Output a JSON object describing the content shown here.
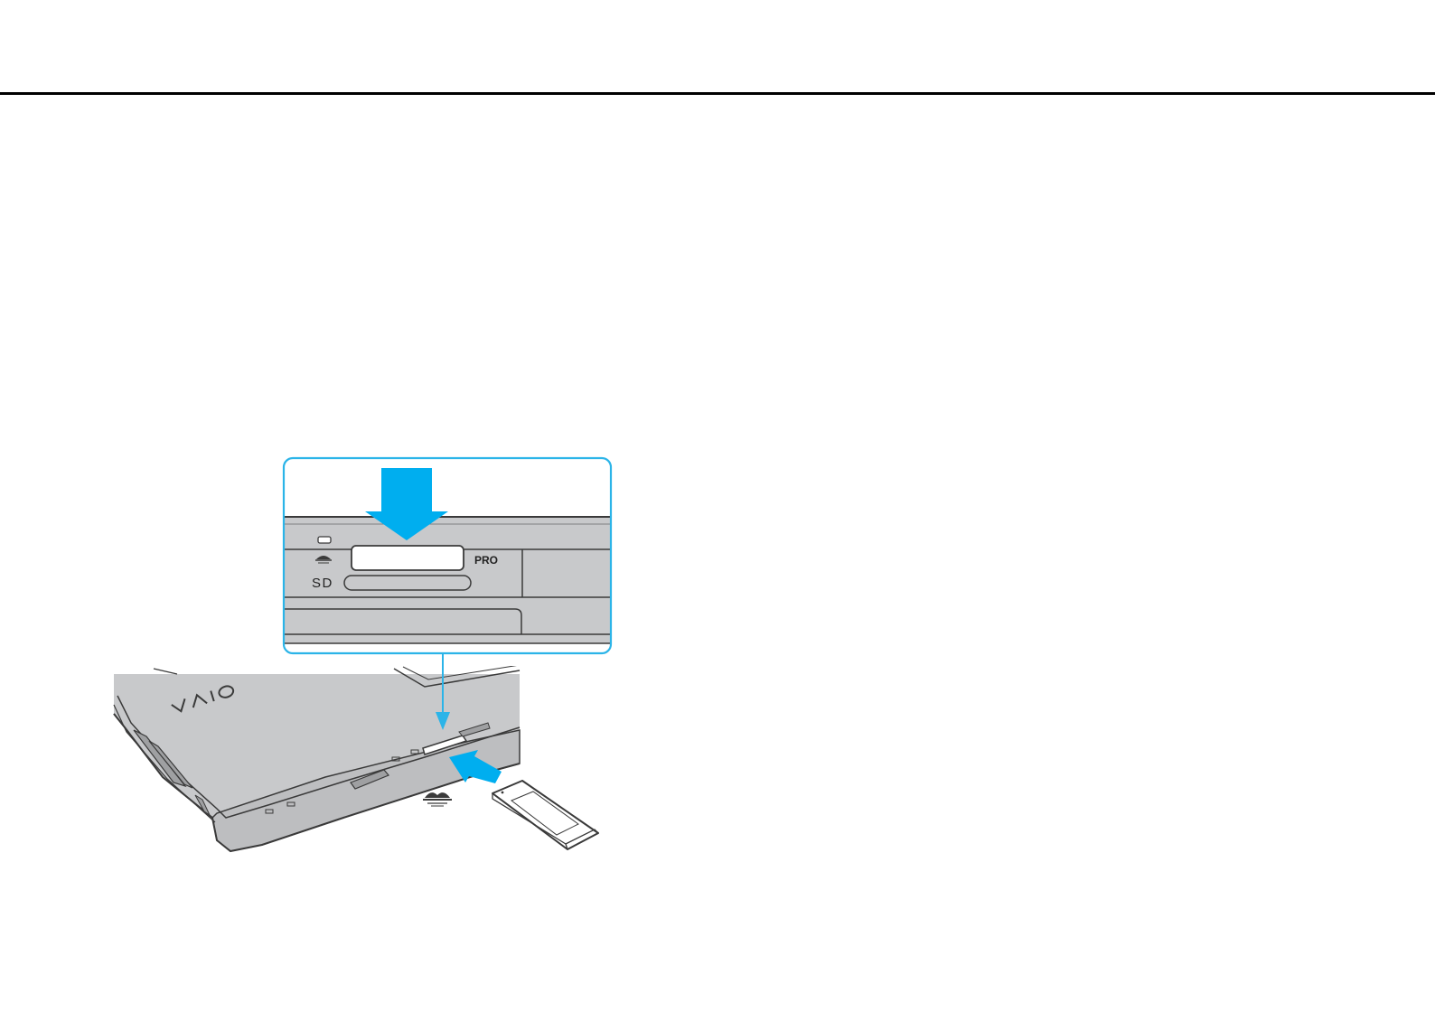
{
  "figure": {
    "slot_labels": {
      "pro": "PRO",
      "sd": "SD"
    },
    "brand_logo": "VAIO",
    "colors": {
      "arrow": "#00AEEF",
      "callout_border": "#2BB4E8",
      "device_body": "#C8C9CB",
      "device_edge": "#B9BABC",
      "outline": "#3A3A3A",
      "header_rule": "#000000"
    },
    "icons": [
      "memory-stick-logo-icon",
      "insert-arrow-icon",
      "down-arrow-icon",
      "memory-stick-media"
    ]
  }
}
